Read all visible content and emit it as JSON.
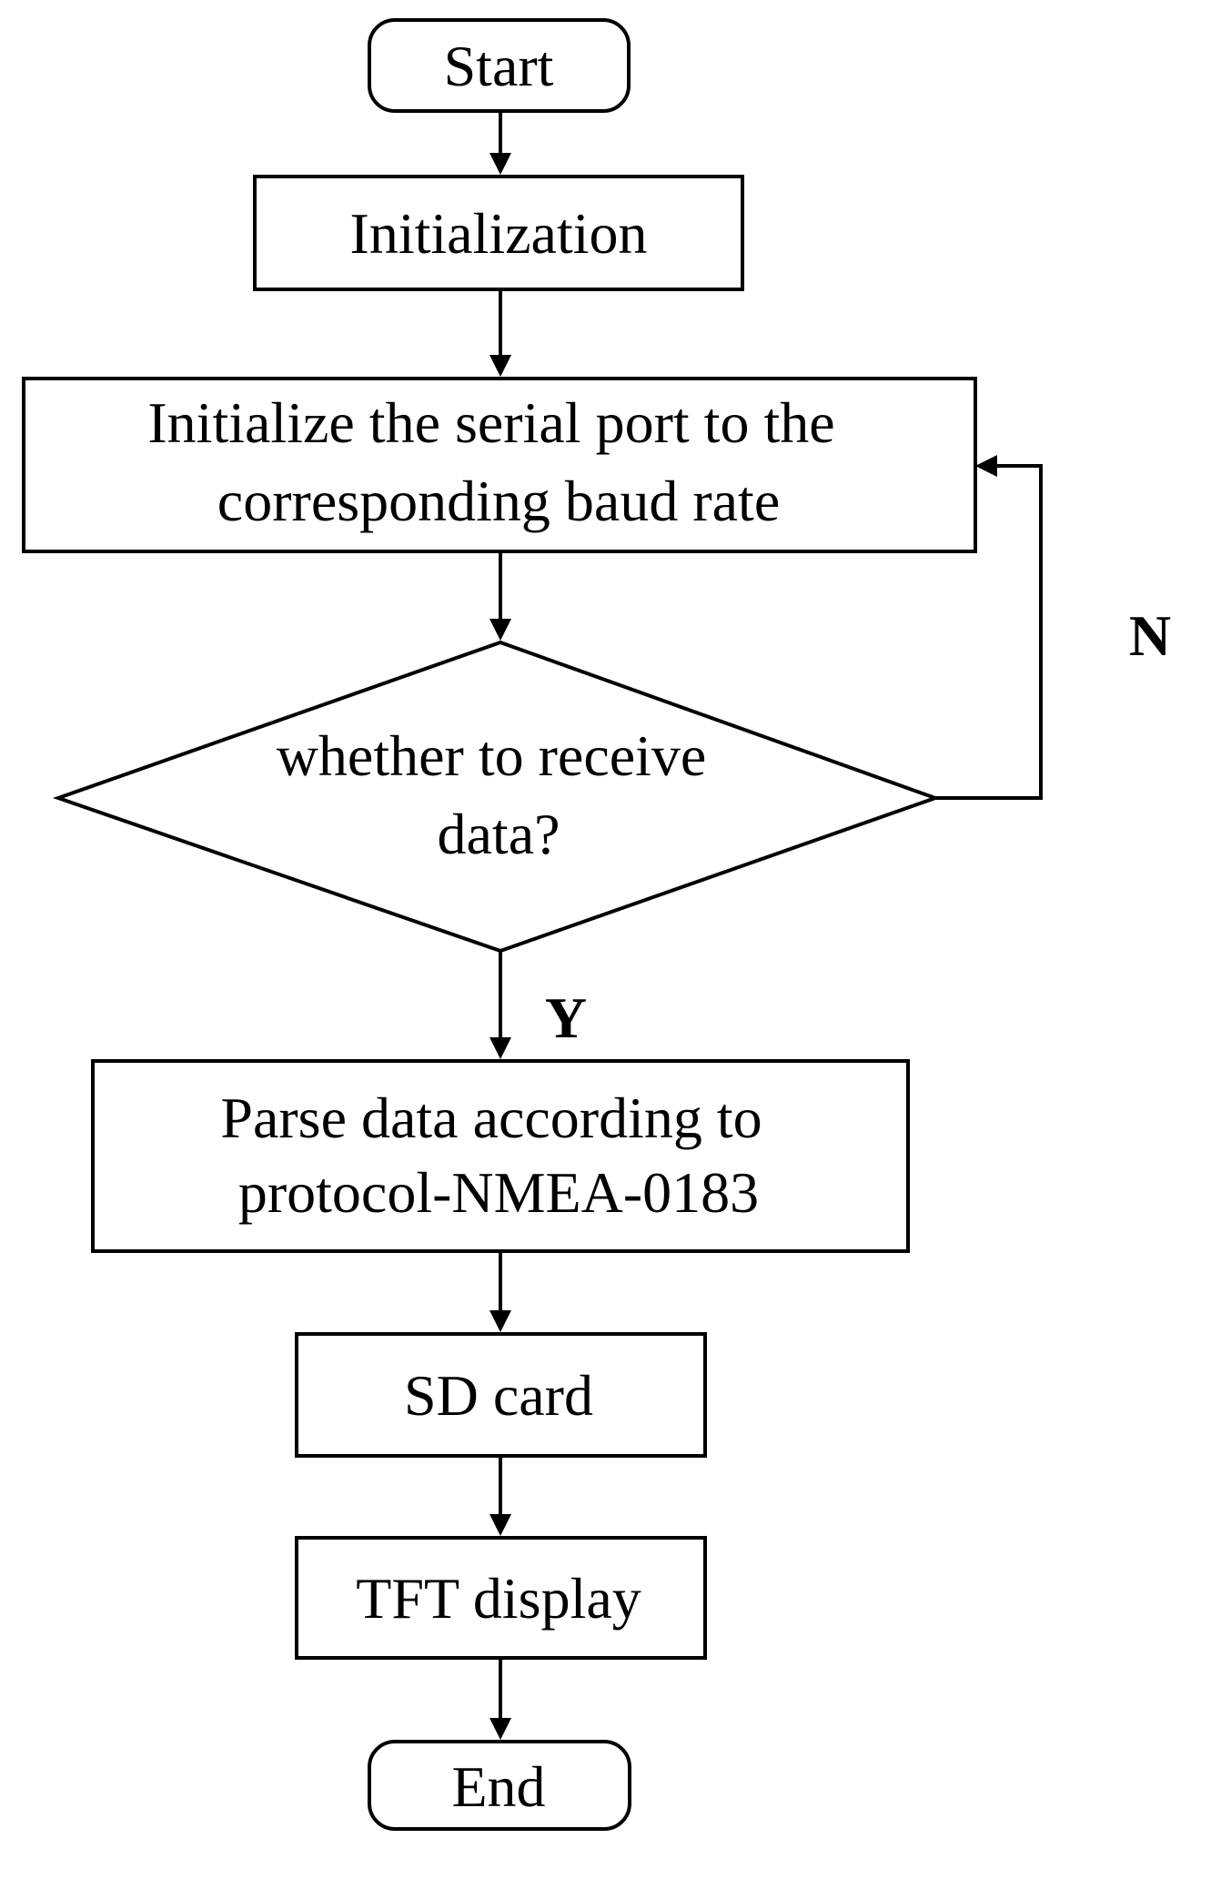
{
  "diagram": {
    "type": "flowchart",
    "nodes": {
      "start": {
        "shape": "terminal",
        "lines": [
          "Start"
        ]
      },
      "initialization": {
        "shape": "process",
        "lines": [
          "Initialization"
        ]
      },
      "init_serial": {
        "shape": "process",
        "lines": [
          "Initialize the serial port to the",
          "corresponding baud rate"
        ]
      },
      "decision": {
        "shape": "decision",
        "lines": [
          "whether to receive",
          "data?"
        ]
      },
      "parse": {
        "shape": "process",
        "lines": [
          "Parse data according to",
          "protocol-NMEA-0183"
        ]
      },
      "sd_card": {
        "shape": "process",
        "lines": [
          "SD card"
        ]
      },
      "tft_display": {
        "shape": "process",
        "lines": [
          "TFT display"
        ]
      },
      "end": {
        "shape": "terminal",
        "lines": [
          "End"
        ]
      }
    },
    "edges": [
      {
        "from": "start",
        "to": "initialization",
        "label": ""
      },
      {
        "from": "initialization",
        "to": "init_serial",
        "label": ""
      },
      {
        "from": "init_serial",
        "to": "decision",
        "label": ""
      },
      {
        "from": "decision",
        "to": "parse",
        "label": "Y"
      },
      {
        "from": "decision",
        "to": "init_serial",
        "label": "N"
      },
      {
        "from": "parse",
        "to": "sd_card",
        "label": ""
      },
      {
        "from": "sd_card",
        "to": "tft_display",
        "label": ""
      },
      {
        "from": "tft_display",
        "to": "end",
        "label": ""
      }
    ],
    "colors": {
      "stroke": "#000000",
      "fill": "#ffffff",
      "text": "#000000"
    }
  }
}
